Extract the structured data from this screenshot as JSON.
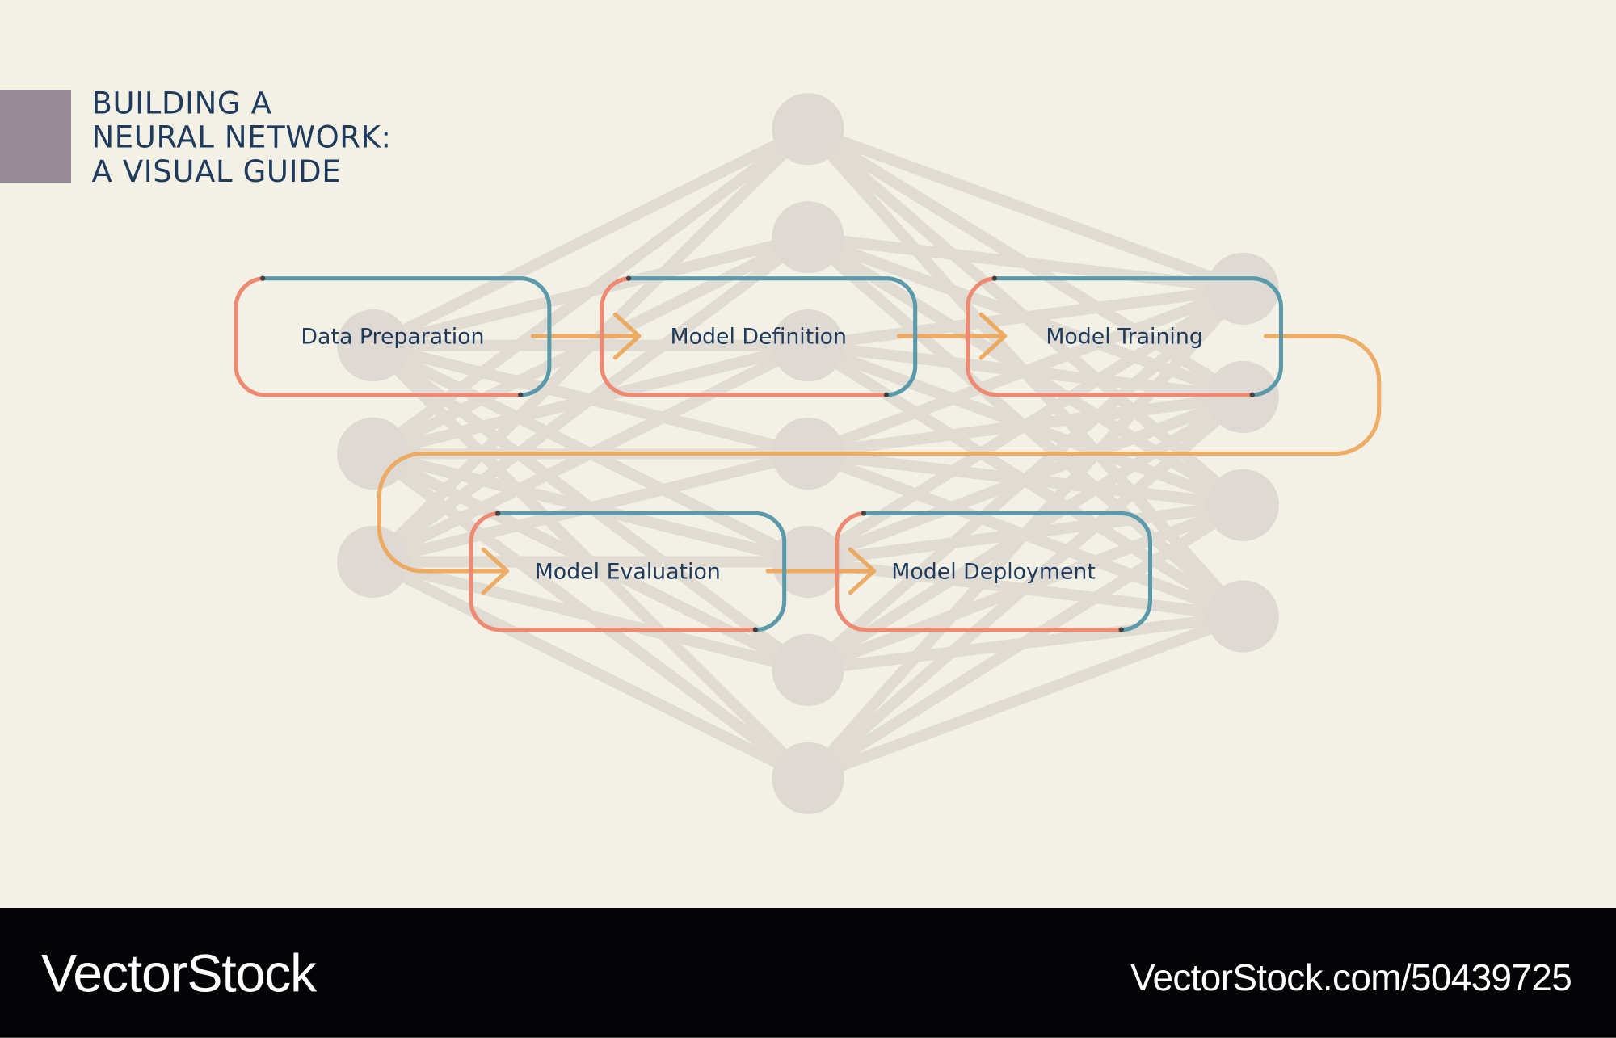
{
  "title": {
    "lines": [
      "BUILDING A",
      "NEURAL NETWORK:",
      "A VISUAL GUIDE"
    ]
  },
  "steps": [
    {
      "label": "Data Preparation"
    },
    {
      "label": "Model Definition"
    },
    {
      "label": "Model Training"
    },
    {
      "label": "Model Evaluation"
    },
    {
      "label": "Model Deployment"
    }
  ],
  "footer": {
    "logo": "VectorStock",
    "url": "VectorStock.com/50439725"
  },
  "colors": {
    "background": "#f3f1e6",
    "accent_blue": "#5b9aaa",
    "accent_salmon": "#ee8a72",
    "arrow": "#eea455",
    "text": "#1e3a5c",
    "network": "#dedad3",
    "title_block": "#978a97"
  }
}
